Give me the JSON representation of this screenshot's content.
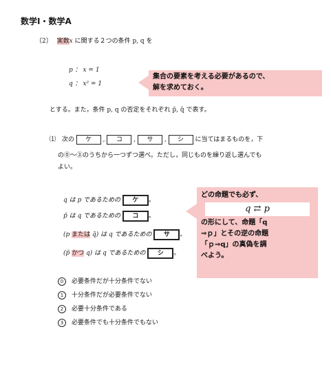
{
  "header": {
    "title": "数学Ⅰ・数学A"
  },
  "problem": {
    "number": "〔2〕",
    "intro_prefix": "実数",
    "intro_var": "x",
    "intro_suffix": "に関する２つの条件 p, q を",
    "cond_p": "p ：  x = 1",
    "cond_q": "q ：  x² = 1",
    "definition": "とする。また，条件 p, q の否定をそれぞれ p̄, q̄ で表す。"
  },
  "note1": {
    "line1": "集合の要素を考える必要があるので、",
    "line2": "解を求めておく。"
  },
  "question": {
    "number": "⑴",
    "prefix": "次の",
    "box1": "ケ",
    "box2": "コ",
    "box3": "サ",
    "box4": "シ",
    "suffix": "に当てはまるものを，下",
    "line2": "の⓪～③のうちから一つずつ選べ。ただし，同じものを繰り返し選んでも",
    "line3": "よい。"
  },
  "statements": [
    {
      "pre": "q は p であるための",
      "box": "ケ",
      "post": "。"
    },
    {
      "pre": "p̄ は q であるための",
      "box": "コ",
      "post": "。"
    },
    {
      "open": "(p ",
      "hl": "または",
      "mid": " q̄) は q であるための",
      "box": "サ",
      "post": "。"
    },
    {
      "open": "(p̄ ",
      "hl": "かつ",
      "mid": " q) は q であるための",
      "box": "シ",
      "post": "。"
    }
  ],
  "note2": {
    "line1": "どの命題でも必ず、",
    "formula": "q  ⇄  p",
    "line2": "の形にして、命題「q",
    "line3": "⇒ｐ」とその逆の命題",
    "line4": "「ｐ⇒q」の真偽を調",
    "line5": "べよう。"
  },
  "options": [
    {
      "num": "0",
      "text": "必要条件だが十分条件でない"
    },
    {
      "num": "1",
      "text": "十分条件だが必要条件でない"
    },
    {
      "num": "2",
      "text": "必要十分条件である"
    },
    {
      "num": "3",
      "text": "必要条件でも十分条件でもない"
    }
  ]
}
